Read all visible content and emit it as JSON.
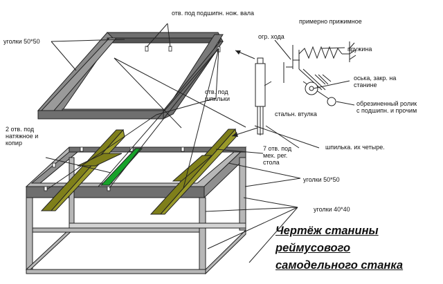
{
  "labels": {
    "ugolki_50_top": "уголки 50*50",
    "otv_podshipn": "отв. под подшипн. нож. вала",
    "primerno_prizhimnoe": "примерно прижимное",
    "ogr_hoda": "огр. хода",
    "pruzhina": "пружина",
    "oska": "оська, закр. на\nстанине",
    "obrezinenny": "обрезиненный ролик\nс подшипн. и прочим",
    "stalnaya_vtulka": "стальн. втулка",
    "otv_pod_shpilki": "отв. под\nшпильки",
    "dva_otv": "2 отв. под\nнатяжное и\nкопир",
    "sem_otv": "7 отв. под\nмех. рег.\nстола",
    "shpilka": "шпилька. их четыре.",
    "ugolki_50_bottom": "уголки 50*50",
    "ugolki_40": "уголки 40*40"
  },
  "title": {
    "line1": "Чертёж станины",
    "line2": "реймусового",
    "line3": "самодельного станка"
  },
  "colors": {
    "dark_gray": "#6f6f6f",
    "light_gray": "#b7b7b7",
    "olive": "#7f7f1a",
    "green": "#17a22a"
  }
}
